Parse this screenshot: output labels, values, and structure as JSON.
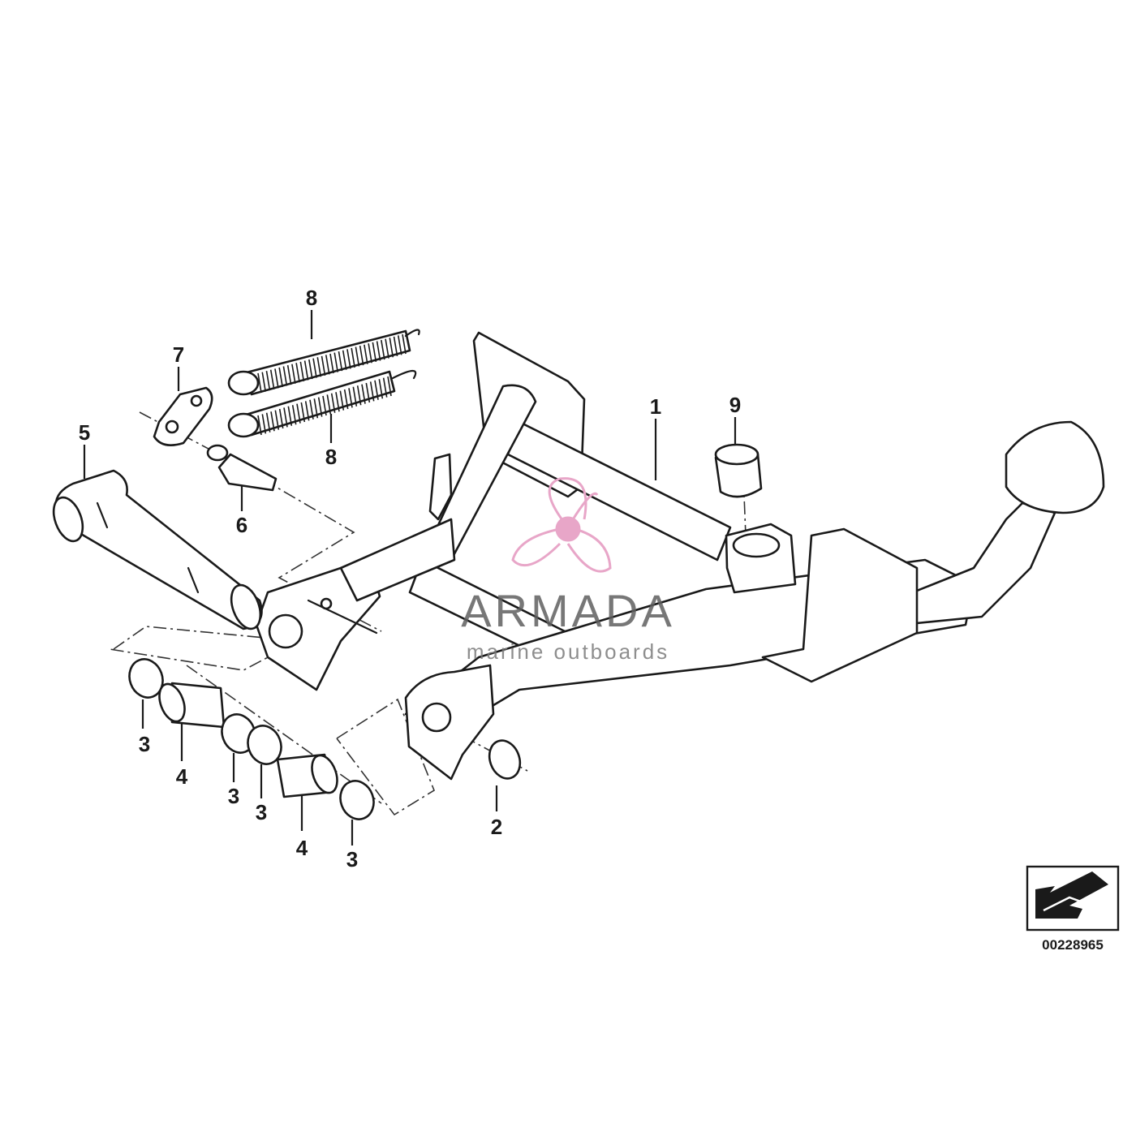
{
  "diagram": {
    "callouts": {
      "c1": "1",
      "c2": "2",
      "c3a": "3",
      "c3b": "3",
      "c3c": "3",
      "c3d": "3",
      "c4a": "4",
      "c4b": "4",
      "c5": "5",
      "c6": "6",
      "c7": "7",
      "c8a": "8",
      "c8b": "8",
      "c9": "9"
    },
    "reference_number": "00228965"
  },
  "watermark": {
    "brand": "ARMADA",
    "tagline": "marine outboards",
    "accent_color": "#e8a6c8"
  },
  "colors": {
    "line": "#1a1a1a",
    "background": "#ffffff"
  }
}
